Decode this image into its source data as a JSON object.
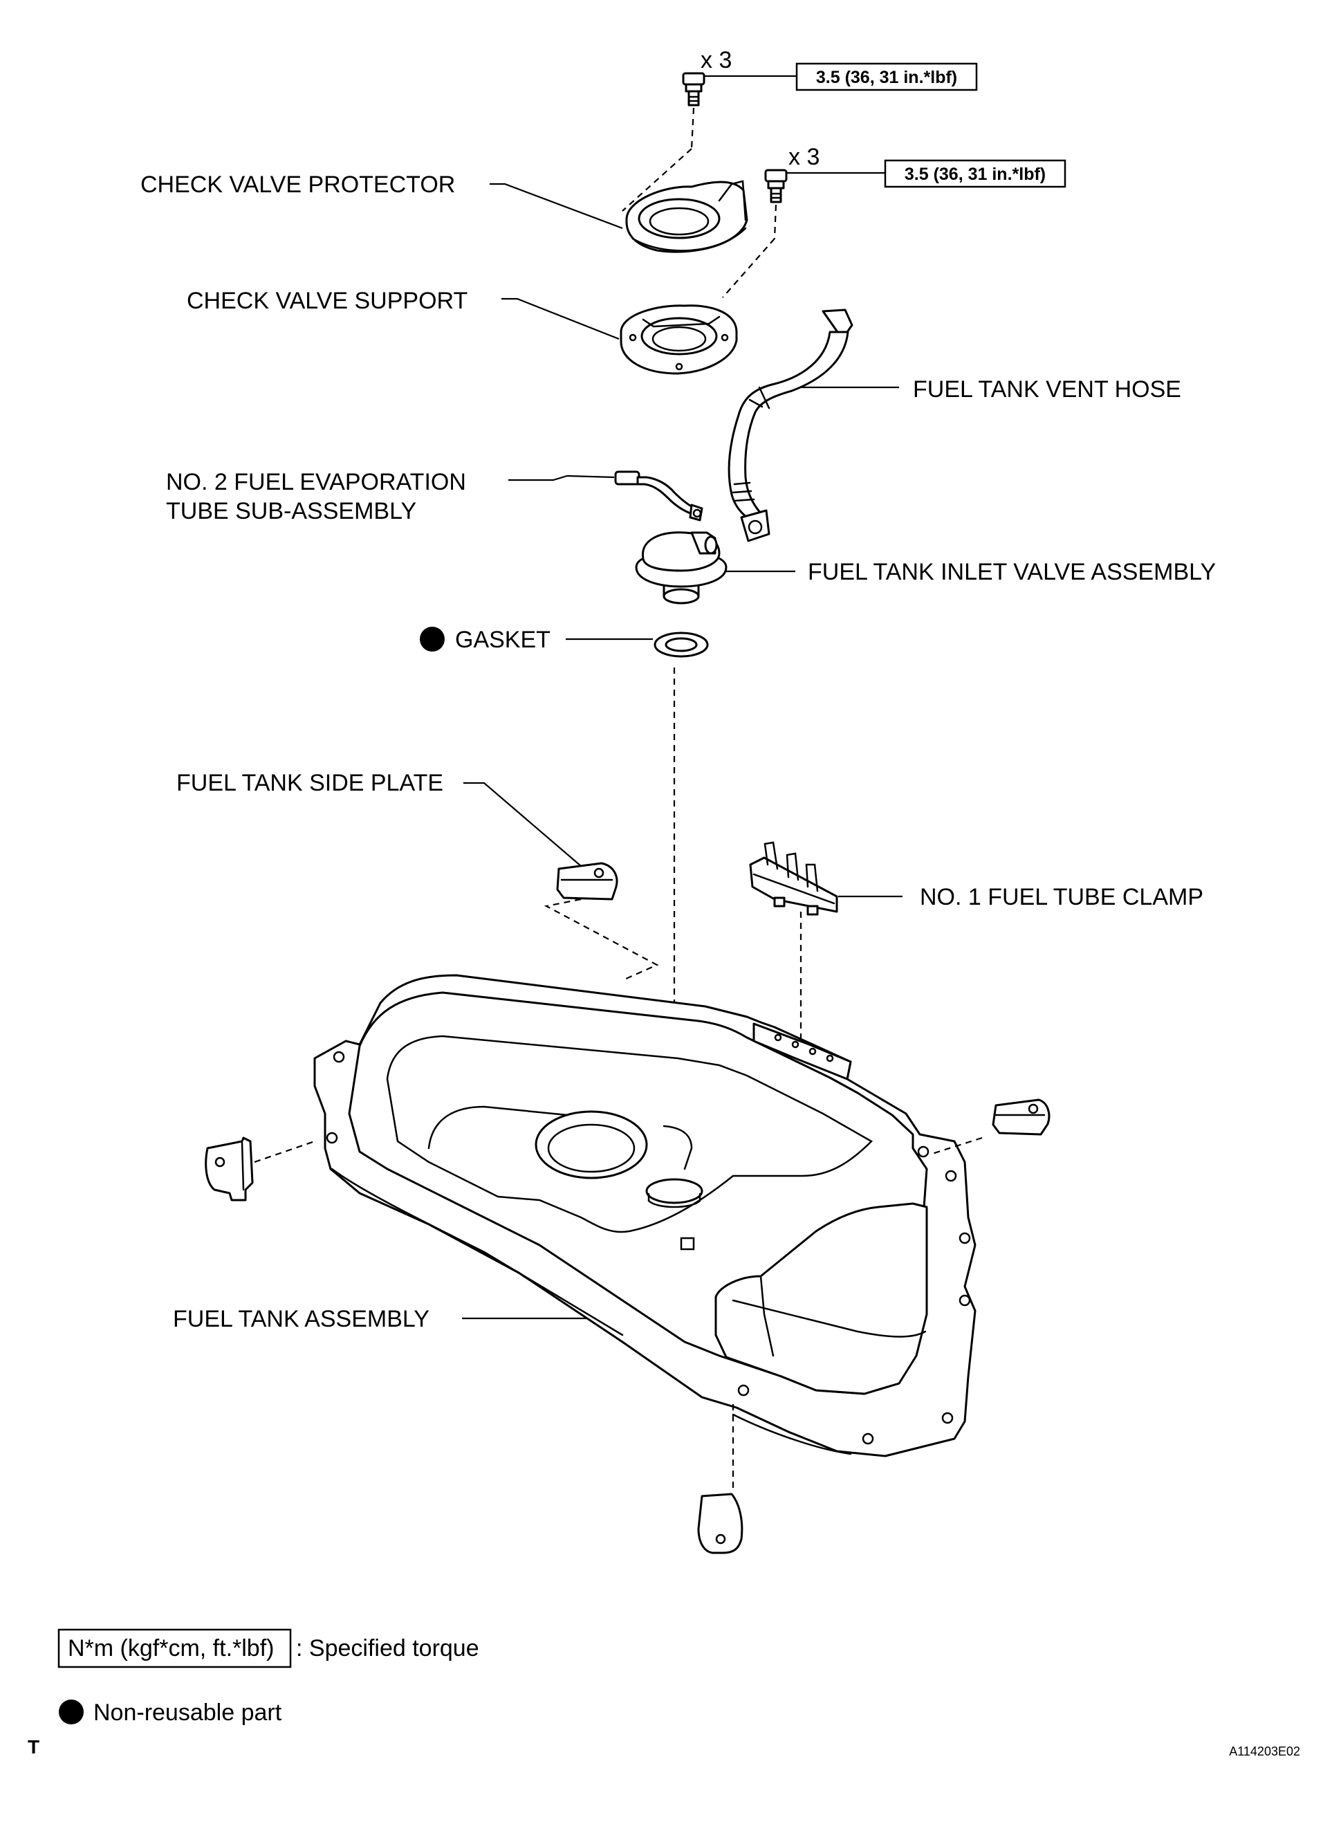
{
  "labels": {
    "check_valve_protector": "CHECK VALVE PROTECTOR",
    "check_valve_support": "CHECK VALVE SUPPORT",
    "fuel_tank_vent_hose": "FUEL TANK VENT HOSE",
    "no2_fuel_evap_line1": "NO. 2 FUEL EVAPORATION",
    "no2_fuel_evap_line2": "TUBE SUB-ASSEMBLY",
    "fuel_tank_inlet_valve": "FUEL TANK INLET VALVE ASSEMBLY",
    "gasket": "GASKET",
    "fuel_tank_side_plate": "FUEL TANK SIDE PLATE",
    "no1_fuel_tube_clamp": "NO. 1 FUEL TUBE CLAMP",
    "fuel_tank_assembly": "FUEL TANK ASSEMBLY"
  },
  "fasteners": [
    {
      "quantity": "x 3",
      "torque": "3.5 (36, 31 in.*lbf)"
    },
    {
      "quantity": "x 3",
      "torque": "3.5 (36, 31 in.*lbf)"
    }
  ],
  "legend": {
    "torque_units": "N*m (kgf*cm, ft.*lbf)",
    "torque_desc": ": Specified torque",
    "nonreusable_desc": "Non-reusable part"
  },
  "footer": {
    "left_code": "T",
    "figure_id": "A114203E02"
  }
}
